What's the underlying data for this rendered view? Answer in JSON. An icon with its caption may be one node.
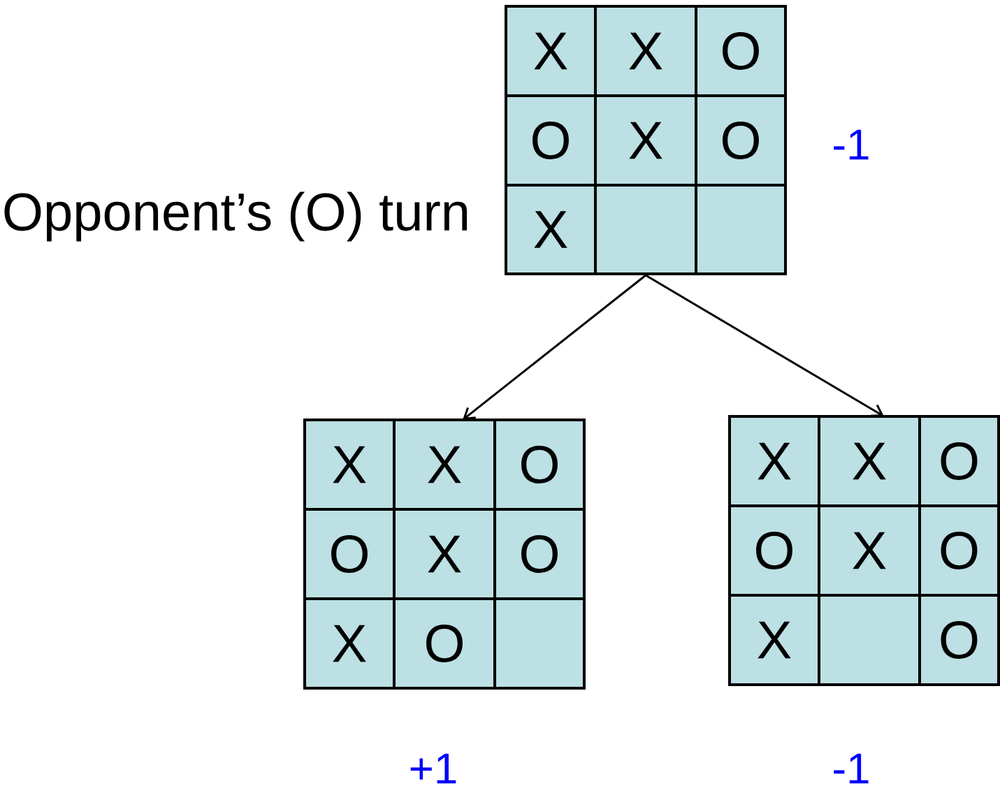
{
  "diagram": {
    "nodes": [
      {
        "text": [],
        "shape": "box",
        "beside": [
          "-1"
        ]
      },
      {
        "text": [
          "X"
        ],
        "in": 0
      },
      {
        "text": [
          "X"
        ],
        "in": 0
      },
      {
        "text": [
          "O"
        ],
        "in": 0
      },
      {
        "text": [
          "O"
        ],
        "in": 0
      },
      {
        "text": [
          "X"
        ],
        "in": 0
      },
      {
        "text": [
          "O"
        ],
        "in": 0
      },
      {
        "text": [
          "X"
        ],
        "in": 0
      },
      {
        "text": [],
        "shape": "box",
        "in": 0
      },
      {
        "text": [],
        "shape": "box",
        "in": 0
      },
      {
        "text": [],
        "shape": "box",
        "beside": [
          "+1"
        ]
      },
      {
        "text": [
          "X"
        ],
        "in": 10
      },
      {
        "text": [
          "X"
        ],
        "in": 10
      },
      {
        "text": [
          "O"
        ],
        "in": 10
      },
      {
        "text": [
          "O"
        ],
        "in": 10
      },
      {
        "text": [
          "X"
        ],
        "in": 10
      },
      {
        "text": [
          "O"
        ],
        "in": 10
      },
      {
        "text": [
          "X"
        ],
        "in": 10
      },
      {
        "text": [
          "O"
        ],
        "in": 10
      },
      {
        "text": [],
        "shape": "box",
        "in": 10
      },
      {
        "text": [],
        "shape": "box",
        "beside": [
          "-1"
        ]
      },
      {
        "text": [
          "X"
        ],
        "in": 20
      },
      {
        "text": [
          "X"
        ],
        "in": 20
      },
      {
        "text": [
          "O"
        ],
        "in": 20
      },
      {
        "text": [
          "O"
        ],
        "in": 20
      },
      {
        "text": [
          "X"
        ],
        "in": 20
      },
      {
        "text": [
          "O"
        ],
        "in": 20
      },
      {
        "text": [
          "X"
        ],
        "in": 20
      },
      {
        "text": [],
        "shape": "box",
        "in": 20
      },
      {
        "text": [
          "O"
        ],
        "in": 20
      }
    ],
    "edges": [
      {
        "from": 0,
        "to": 10,
        "arrow": "to"
      },
      {
        "from": 0,
        "to": 20,
        "arrow": "to"
      }
    ],
    "labels": [
      "Opponent’s (O) turn"
    ]
  }
}
